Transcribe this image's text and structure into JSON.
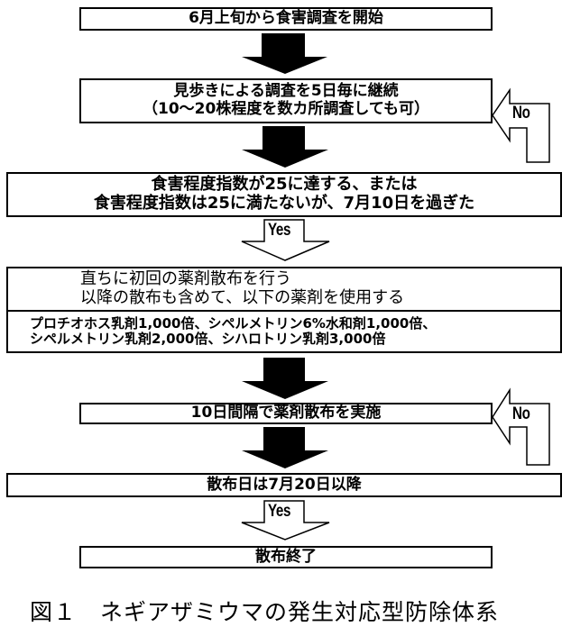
{
  "flowchart": {
    "steps": [
      {
        "id": "start",
        "lines": [
          "6月上旬から食害調査を開始"
        ]
      },
      {
        "id": "survey",
        "lines": [
          "見歩きによる調査を5日毎に継続",
          "（10～20株程度を数カ所調査しても可）"
        ]
      },
      {
        "id": "decision1",
        "lines": [
          "食害程度指数が25に達する、または",
          "食害程度指数は25に満たないが、7月10日を過ぎた"
        ]
      },
      {
        "id": "first-spray",
        "lines": [
          "直ちに初回の薬剤散布を行う",
          "以降の散布も含めて、以下の薬剤を使用する"
        ]
      },
      {
        "id": "pesticides",
        "lines": [
          "プロチオホス乳剤1,000倍、シペルメトリン6%水和剤1,000倍、",
          "シペルメトリン乳剤2,000倍、シハロトリン乳剤3,000倍"
        ]
      },
      {
        "id": "interval-spray",
        "lines": [
          "10日間隔で薬剤散布を実施"
        ]
      },
      {
        "id": "decision2",
        "lines": [
          "散布日は7月20日以降"
        ]
      },
      {
        "id": "end",
        "lines": [
          "散布終了"
        ]
      }
    ],
    "connectors": {
      "yes_label": "Yes",
      "no_label": "No"
    }
  },
  "caption": "図１　ネギアザミウマの発生対応型防除体系"
}
